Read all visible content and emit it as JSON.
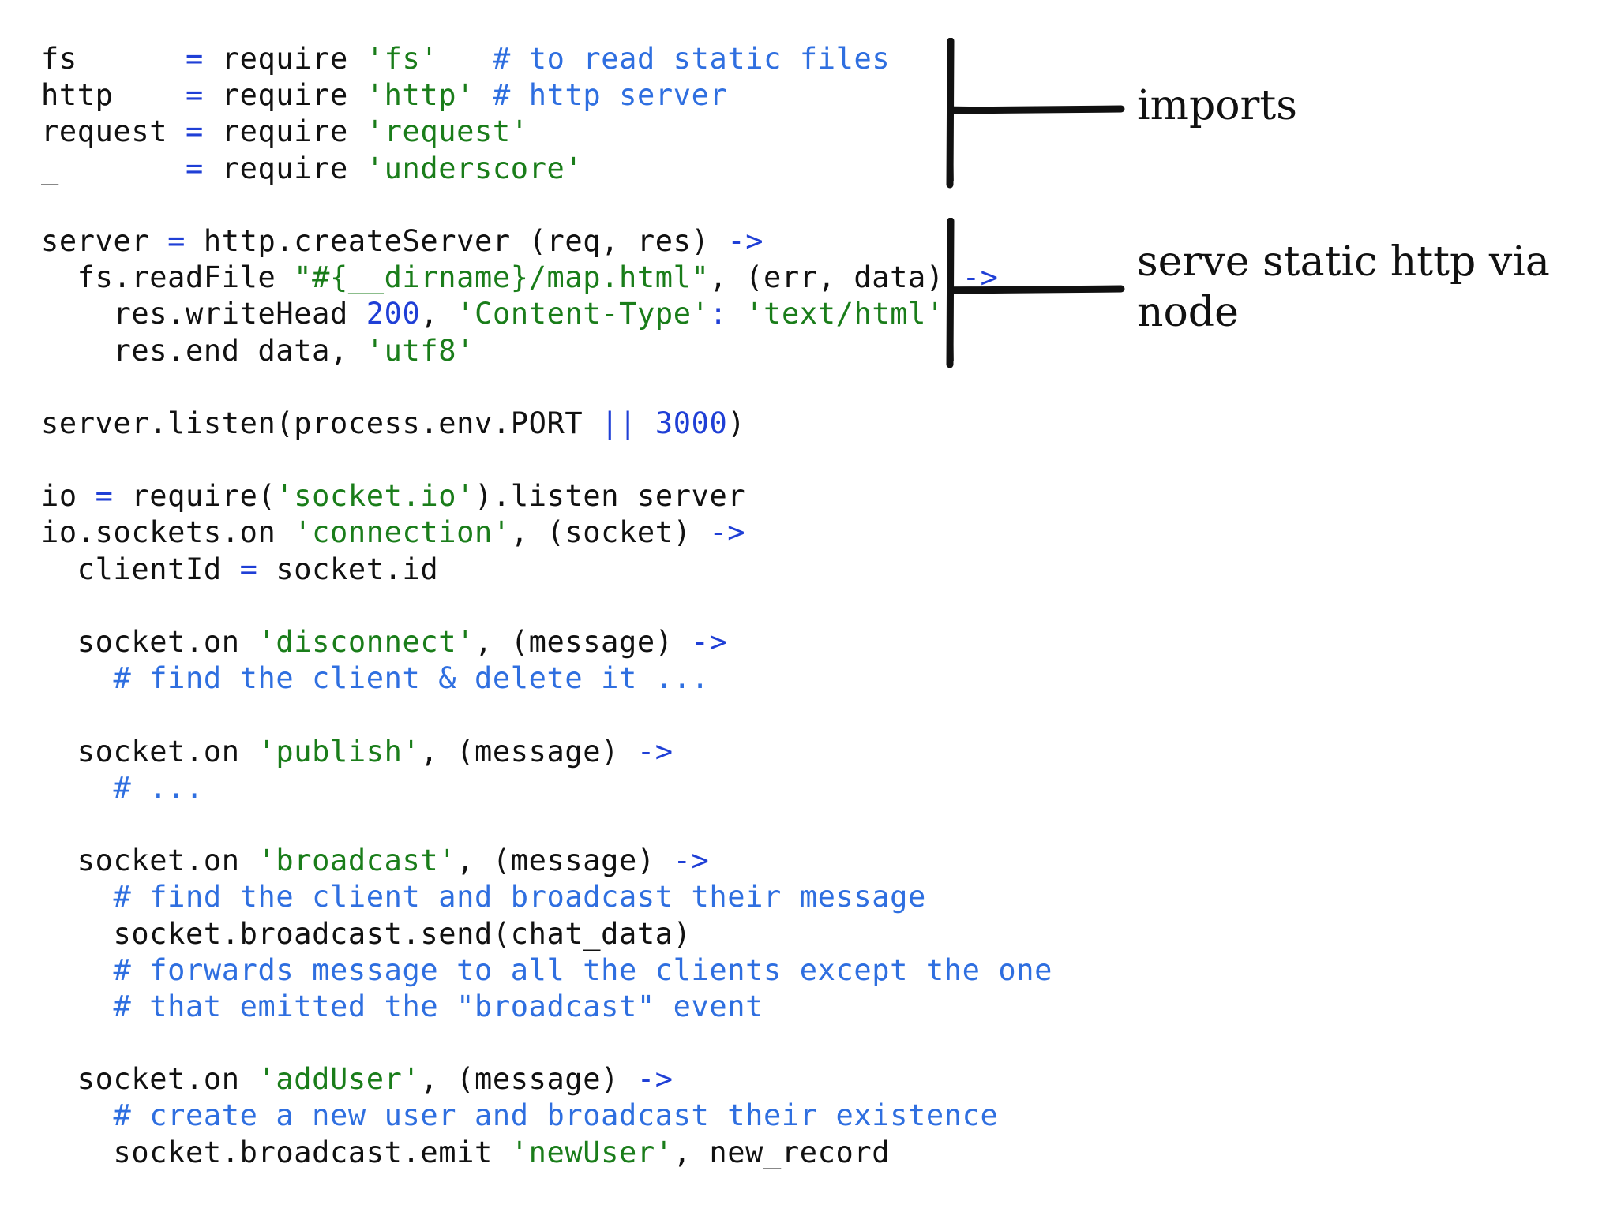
{
  "code": {
    "lines": [
      [
        {
          "t": "fs      ",
          "c": "plain"
        },
        {
          "t": "=",
          "c": "op"
        },
        {
          "t": " require ",
          "c": "plain"
        },
        {
          "t": "'fs'",
          "c": "str"
        },
        {
          "t": "   # to read static files",
          "c": "cm"
        }
      ],
      [
        {
          "t": "http    ",
          "c": "plain"
        },
        {
          "t": "=",
          "c": "op"
        },
        {
          "t": " require ",
          "c": "plain"
        },
        {
          "t": "'http'",
          "c": "str"
        },
        {
          "t": " # http server",
          "c": "cm"
        }
      ],
      [
        {
          "t": "request ",
          "c": "plain"
        },
        {
          "t": "=",
          "c": "op"
        },
        {
          "t": " require ",
          "c": "plain"
        },
        {
          "t": "'request'",
          "c": "str"
        }
      ],
      [
        {
          "t": "_       ",
          "c": "plain"
        },
        {
          "t": "=",
          "c": "op"
        },
        {
          "t": " require ",
          "c": "plain"
        },
        {
          "t": "'underscore'",
          "c": "str"
        }
      ],
      [],
      [
        {
          "t": "server ",
          "c": "plain"
        },
        {
          "t": "=",
          "c": "op"
        },
        {
          "t": " http.createServer (req, res) ",
          "c": "plain"
        },
        {
          "t": "->",
          "c": "op"
        }
      ],
      [
        {
          "t": "  fs.readFile ",
          "c": "plain"
        },
        {
          "t": "\"#{__dirname}/map.html\"",
          "c": "str"
        },
        {
          "t": ", (err, data) ",
          "c": "plain"
        },
        {
          "t": "->",
          "c": "op"
        }
      ],
      [
        {
          "t": "    res.writeHead ",
          "c": "plain"
        },
        {
          "t": "200",
          "c": "num"
        },
        {
          "t": ", ",
          "c": "plain"
        },
        {
          "t": "'Content-Type'",
          "c": "str"
        },
        {
          "t": ": ",
          "c": "op"
        },
        {
          "t": "'text/html'",
          "c": "str"
        }
      ],
      [
        {
          "t": "    res.end data, ",
          "c": "plain"
        },
        {
          "t": "'utf8'",
          "c": "str"
        }
      ],
      [],
      [
        {
          "t": "server.listen(process.env.PORT ",
          "c": "plain"
        },
        {
          "t": "||",
          "c": "op"
        },
        {
          "t": " ",
          "c": "plain"
        },
        {
          "t": "3000",
          "c": "num"
        },
        {
          "t": ")",
          "c": "plain"
        }
      ],
      [],
      [
        {
          "t": "io ",
          "c": "plain"
        },
        {
          "t": "=",
          "c": "op"
        },
        {
          "t": " require(",
          "c": "plain"
        },
        {
          "t": "'socket.io'",
          "c": "str"
        },
        {
          "t": ").listen server",
          "c": "plain"
        }
      ],
      [
        {
          "t": "io.sockets.on ",
          "c": "plain"
        },
        {
          "t": "'connection'",
          "c": "str"
        },
        {
          "t": ", (socket) ",
          "c": "plain"
        },
        {
          "t": "->",
          "c": "op"
        }
      ],
      [
        {
          "t": "  clientId ",
          "c": "plain"
        },
        {
          "t": "=",
          "c": "op"
        },
        {
          "t": " socket.id",
          "c": "plain"
        }
      ],
      [],
      [
        {
          "t": "  socket.on ",
          "c": "plain"
        },
        {
          "t": "'disconnect'",
          "c": "str"
        },
        {
          "t": ", (message) ",
          "c": "plain"
        },
        {
          "t": "->",
          "c": "op"
        }
      ],
      [
        {
          "t": "    # find the client & delete it ...",
          "c": "cm"
        }
      ],
      [],
      [
        {
          "t": "  socket.on ",
          "c": "plain"
        },
        {
          "t": "'publish'",
          "c": "str"
        },
        {
          "t": ", (message) ",
          "c": "plain"
        },
        {
          "t": "->",
          "c": "op"
        }
      ],
      [
        {
          "t": "    # ...",
          "c": "cm"
        }
      ],
      [],
      [
        {
          "t": "  socket.on ",
          "c": "plain"
        },
        {
          "t": "'broadcast'",
          "c": "str"
        },
        {
          "t": ", (message) ",
          "c": "plain"
        },
        {
          "t": "->",
          "c": "op"
        }
      ],
      [
        {
          "t": "    # find the client and broadcast their message",
          "c": "cm"
        }
      ],
      [
        {
          "t": "    socket.broadcast.send(chat_data)",
          "c": "plain"
        }
      ],
      [
        {
          "t": "    # forwards message to all the clients except the one",
          "c": "cm"
        }
      ],
      [
        {
          "t": "    # that emitted the \"broadcast\" event",
          "c": "cm"
        }
      ],
      [],
      [
        {
          "t": "  socket.on ",
          "c": "plain"
        },
        {
          "t": "'addUser'",
          "c": "str"
        },
        {
          "t": ", (message) ",
          "c": "plain"
        },
        {
          "t": "->",
          "c": "op"
        }
      ],
      [
        {
          "t": "    # create a new user and broadcast their existence",
          "c": "cm"
        }
      ],
      [
        {
          "t": "    socket.broadcast.emit ",
          "c": "plain"
        },
        {
          "t": "'newUser'",
          "c": "str"
        },
        {
          "t": ", new_record",
          "c": "plain"
        }
      ]
    ]
  },
  "annotations": {
    "imports": "imports",
    "serve": "serve static http via node"
  },
  "colors": {
    "operator": "#1f3fd6",
    "string": "#1a7d1a",
    "comment": "#2f6fe0",
    "text": "#111111",
    "background": "#ffffff"
  }
}
